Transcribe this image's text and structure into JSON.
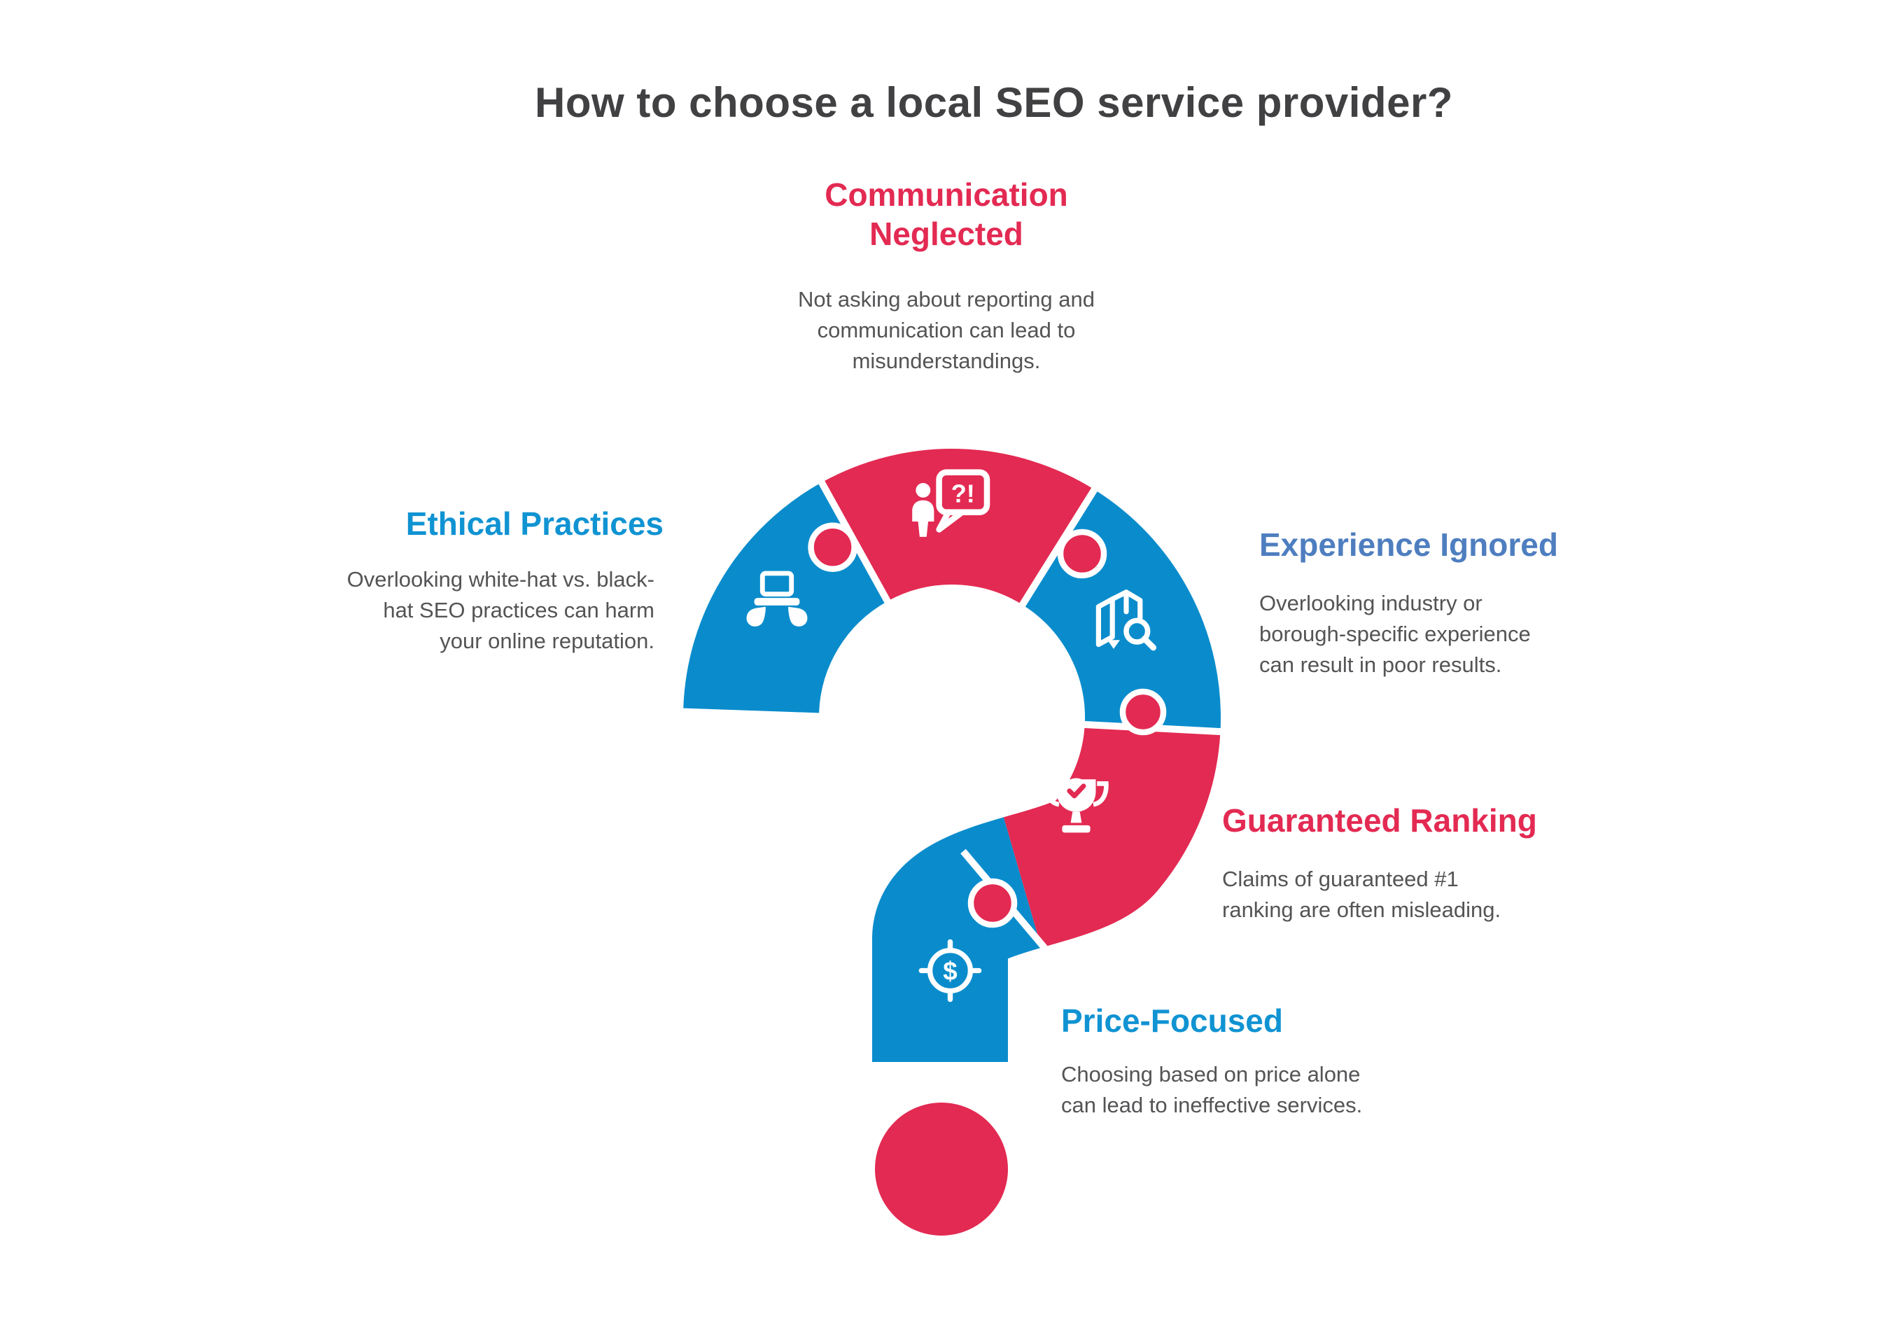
{
  "title": "How to choose a local SEO service provider?",
  "sections": [
    {
      "id": "communication",
      "heading": "Communication\nNeglected",
      "body": "Not asking about reporting and\ncommunication can lead to\nmisunderstandings.",
      "heading_color": "#E32A52",
      "icon": "person-question-bubble-icon"
    },
    {
      "id": "ethical",
      "heading": "Ethical Practices",
      "body": "Overlooking white-hat vs. black-\nhat SEO practices can harm\nyour online reputation.",
      "heading_color": "#1093D2",
      "icon": "hands-laptop-icon"
    },
    {
      "id": "experience",
      "heading": "Experience Ignored",
      "body": "Overlooking industry or\nborough-specific experience\ncan result in poor results.",
      "heading_color": "#4E7EBF",
      "icon": "map-search-icon"
    },
    {
      "id": "guaranteed",
      "heading": "Guaranteed Ranking",
      "body": "Claims of guaranteed #1\nranking are often misleading.",
      "heading_color": "#E32A52",
      "icon": "trophy-check-icon"
    },
    {
      "id": "price",
      "heading": "Price-Focused",
      "body": "Choosing based on price alone\ncan lead to ineffective services.",
      "heading_color": "#1093D2",
      "icon": "dollar-target-icon"
    }
  ],
  "figure": {
    "type": "question-mark-puzzle",
    "pink": "#E32A52",
    "blue": "#0A8CCC",
    "outline": "#FFFFFF",
    "glyphs": {
      "speech_bubble": "?!",
      "target": "$"
    }
  }
}
